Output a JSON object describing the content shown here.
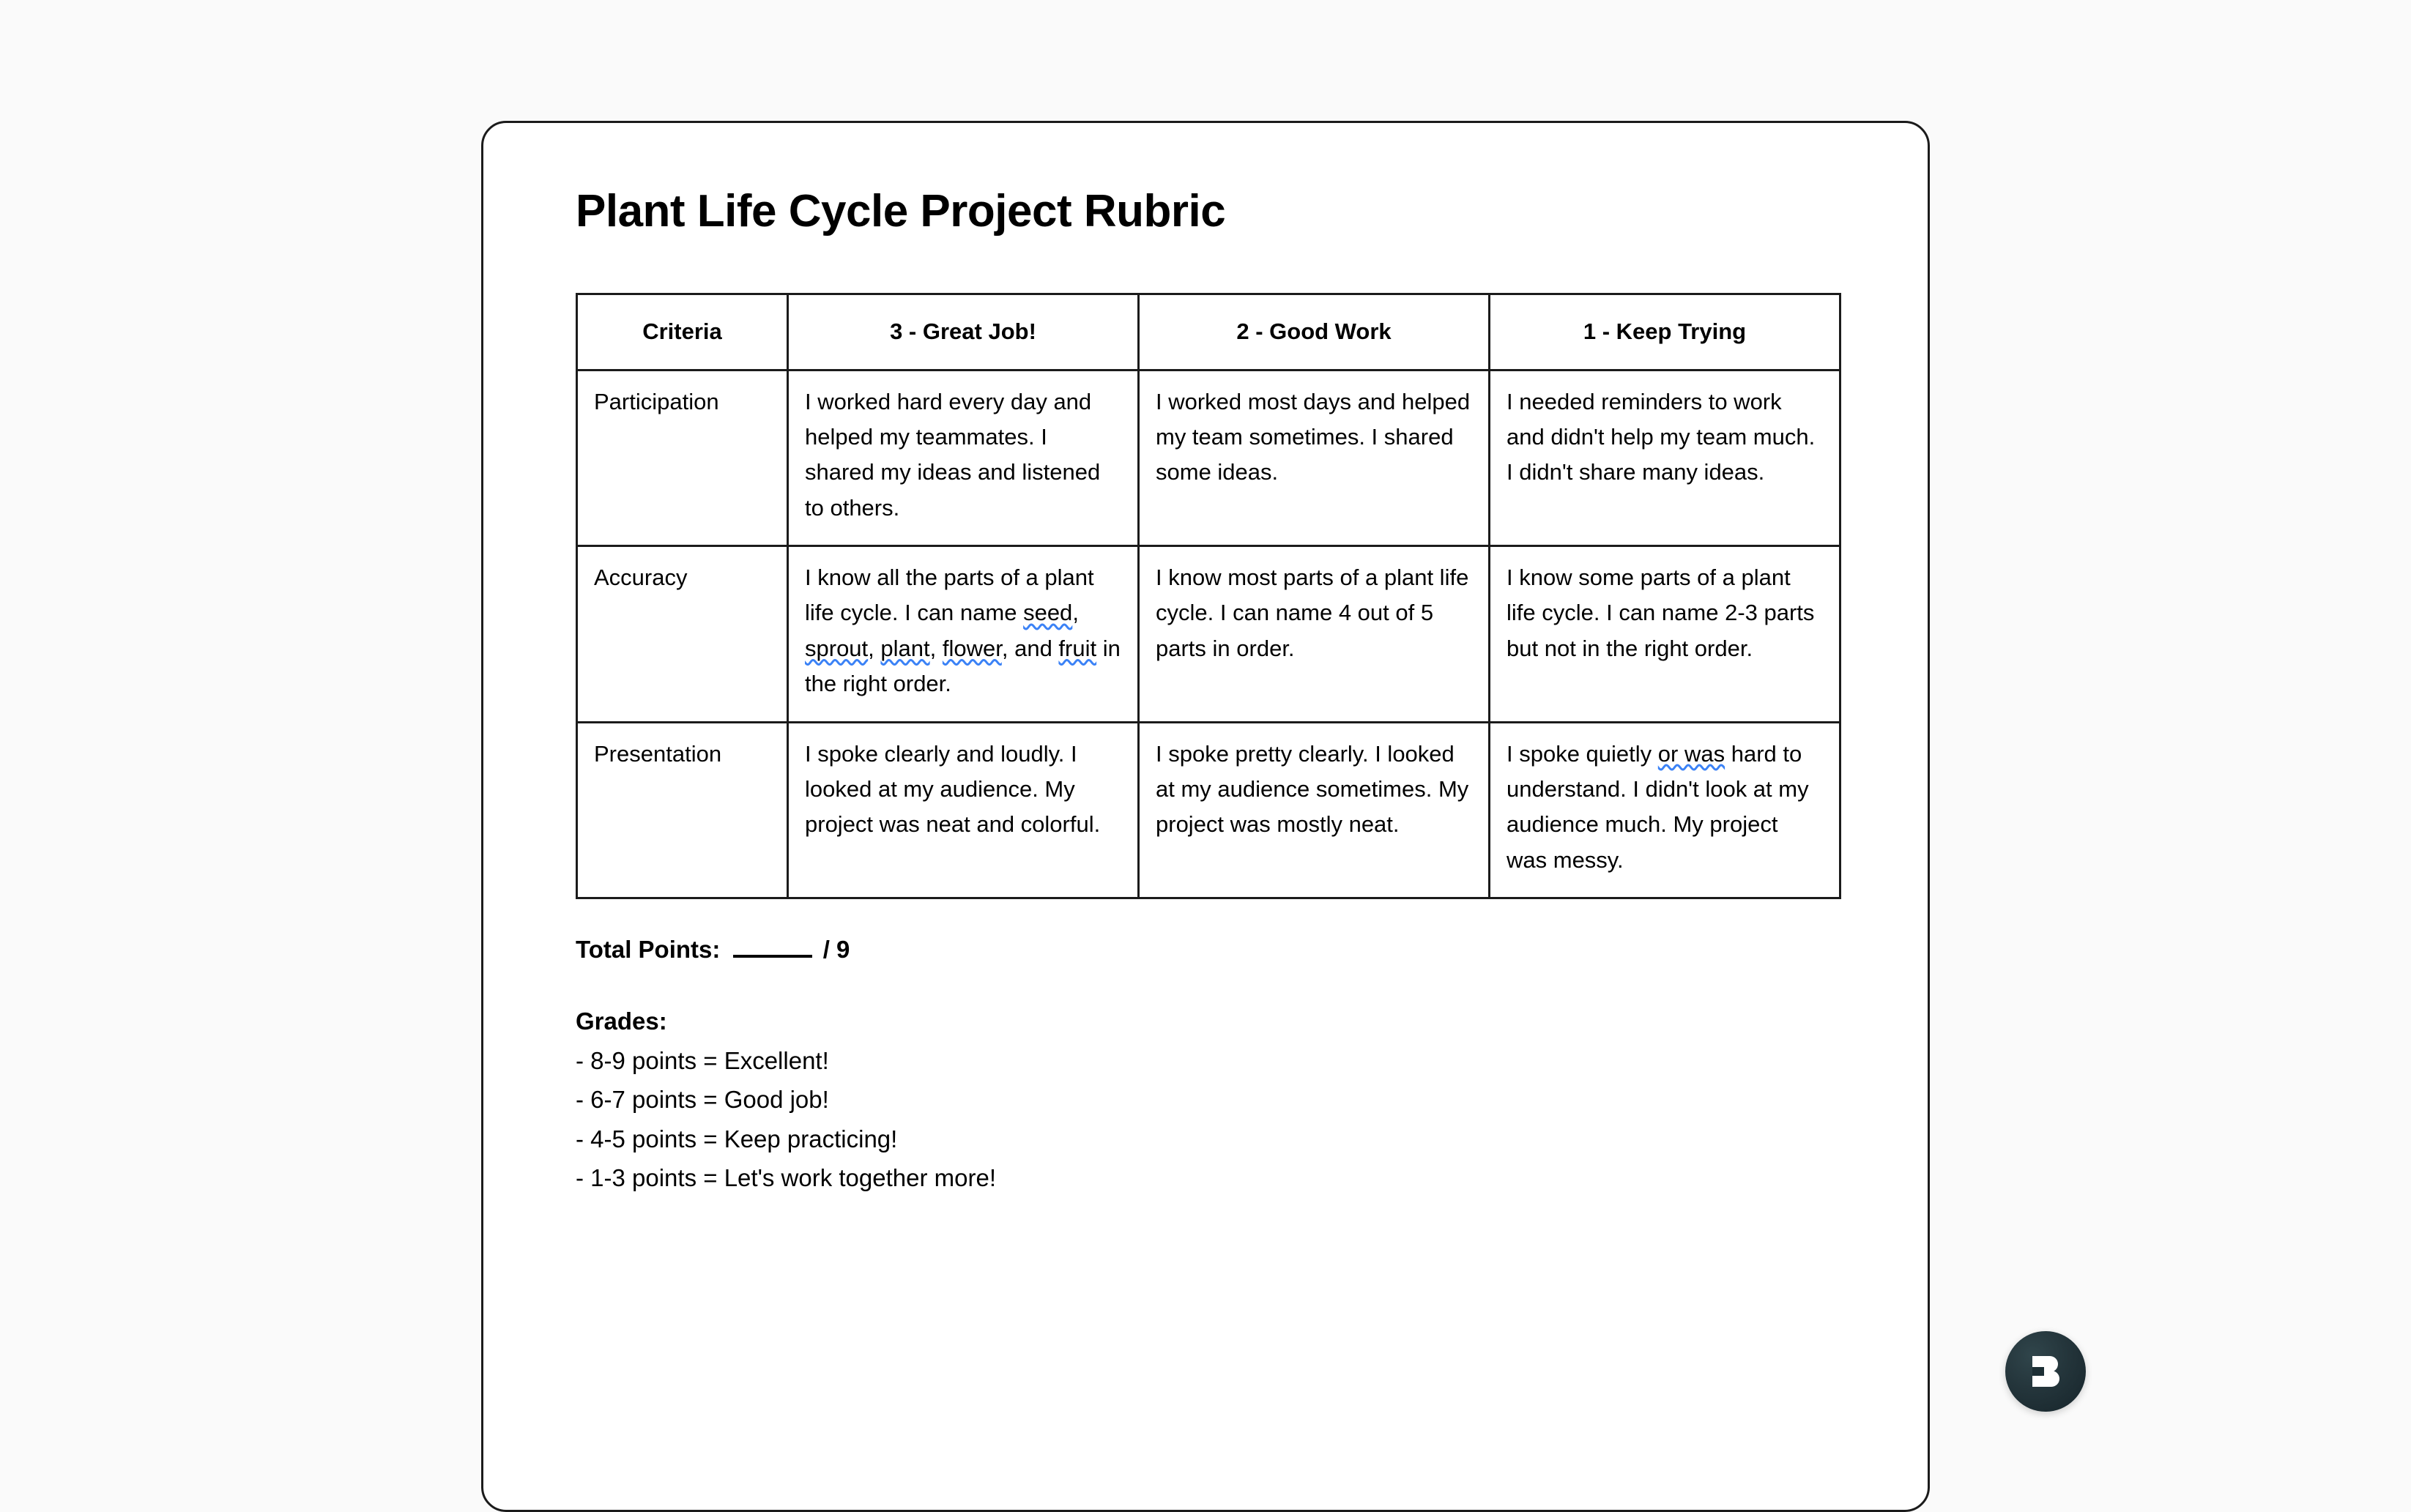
{
  "document": {
    "title": "Plant Life Cycle Project Rubric"
  },
  "rubric": {
    "columns": [
      "Criteria",
      "3 - Great Job!",
      "2 - Good Work",
      "1 - Keep Trying"
    ],
    "rows": [
      {
        "criteria": "Participation",
        "level3": "I worked hard every day and helped my teammates. I shared my ideas and listened to others.",
        "level2": "I worked most days and helped my team sometimes. I shared some ideas.",
        "level1": "I needed reminders to work and didn't help my team much. I didn't share many ideas."
      },
      {
        "criteria": "Accuracy",
        "level3_parts": [
          {
            "text": "I know all the parts of a plant life cycle. I can name ",
            "squiggly": false
          },
          {
            "text": "seed",
            "squiggly": true
          },
          {
            "text": ", ",
            "squiggly": false
          },
          {
            "text": "sprout",
            "squiggly": true
          },
          {
            "text": ", ",
            "squiggly": false
          },
          {
            "text": "plant",
            "squiggly": true
          },
          {
            "text": ", ",
            "squiggly": false
          },
          {
            "text": "flower",
            "squiggly": true
          },
          {
            "text": ", and ",
            "squiggly": false
          },
          {
            "text": "fruit",
            "squiggly": true
          },
          {
            "text": " in the right order.",
            "squiggly": false
          }
        ],
        "level2": "I know most parts of a plant life cycle. I can name 4 out of 5 parts in order.",
        "level1": "I know some parts of a plant life cycle. I can name 2-3 parts but not in the right order."
      },
      {
        "criteria": "Presentation",
        "level3": "I spoke clearly and loudly. I looked at my audience. My project was neat and colorful.",
        "level2": "I spoke pretty clearly. I looked at my audience sometimes. My project was mostly neat.",
        "level1_parts": [
          {
            "text": "I spoke quietly ",
            "squiggly": false
          },
          {
            "text": "or was",
            "squiggly": true
          },
          {
            "text": " hard to understand. I didn't look at my audience much. My project was messy.",
            "squiggly": false
          }
        ]
      }
    ]
  },
  "totals": {
    "label": "Total Points:",
    "blank": "",
    "out_of": "/ 9"
  },
  "grades": {
    "heading": "Grades:",
    "items": [
      "- 8-9 points = Excellent!",
      "- 6-7 points = Good job!",
      "- 4-5 points = Keep practicing!",
      "- 1-3 points = Let's work together more!"
    ]
  },
  "badge": {
    "icon": "brand-logo-icon"
  },
  "colors": {
    "page_background": "#fafafa",
    "card_background": "#ffffff",
    "border": "#1b1b1b",
    "text": "#000000",
    "spellcheck_underline": "#3b82f6",
    "badge_background": "#1d2f35"
  }
}
